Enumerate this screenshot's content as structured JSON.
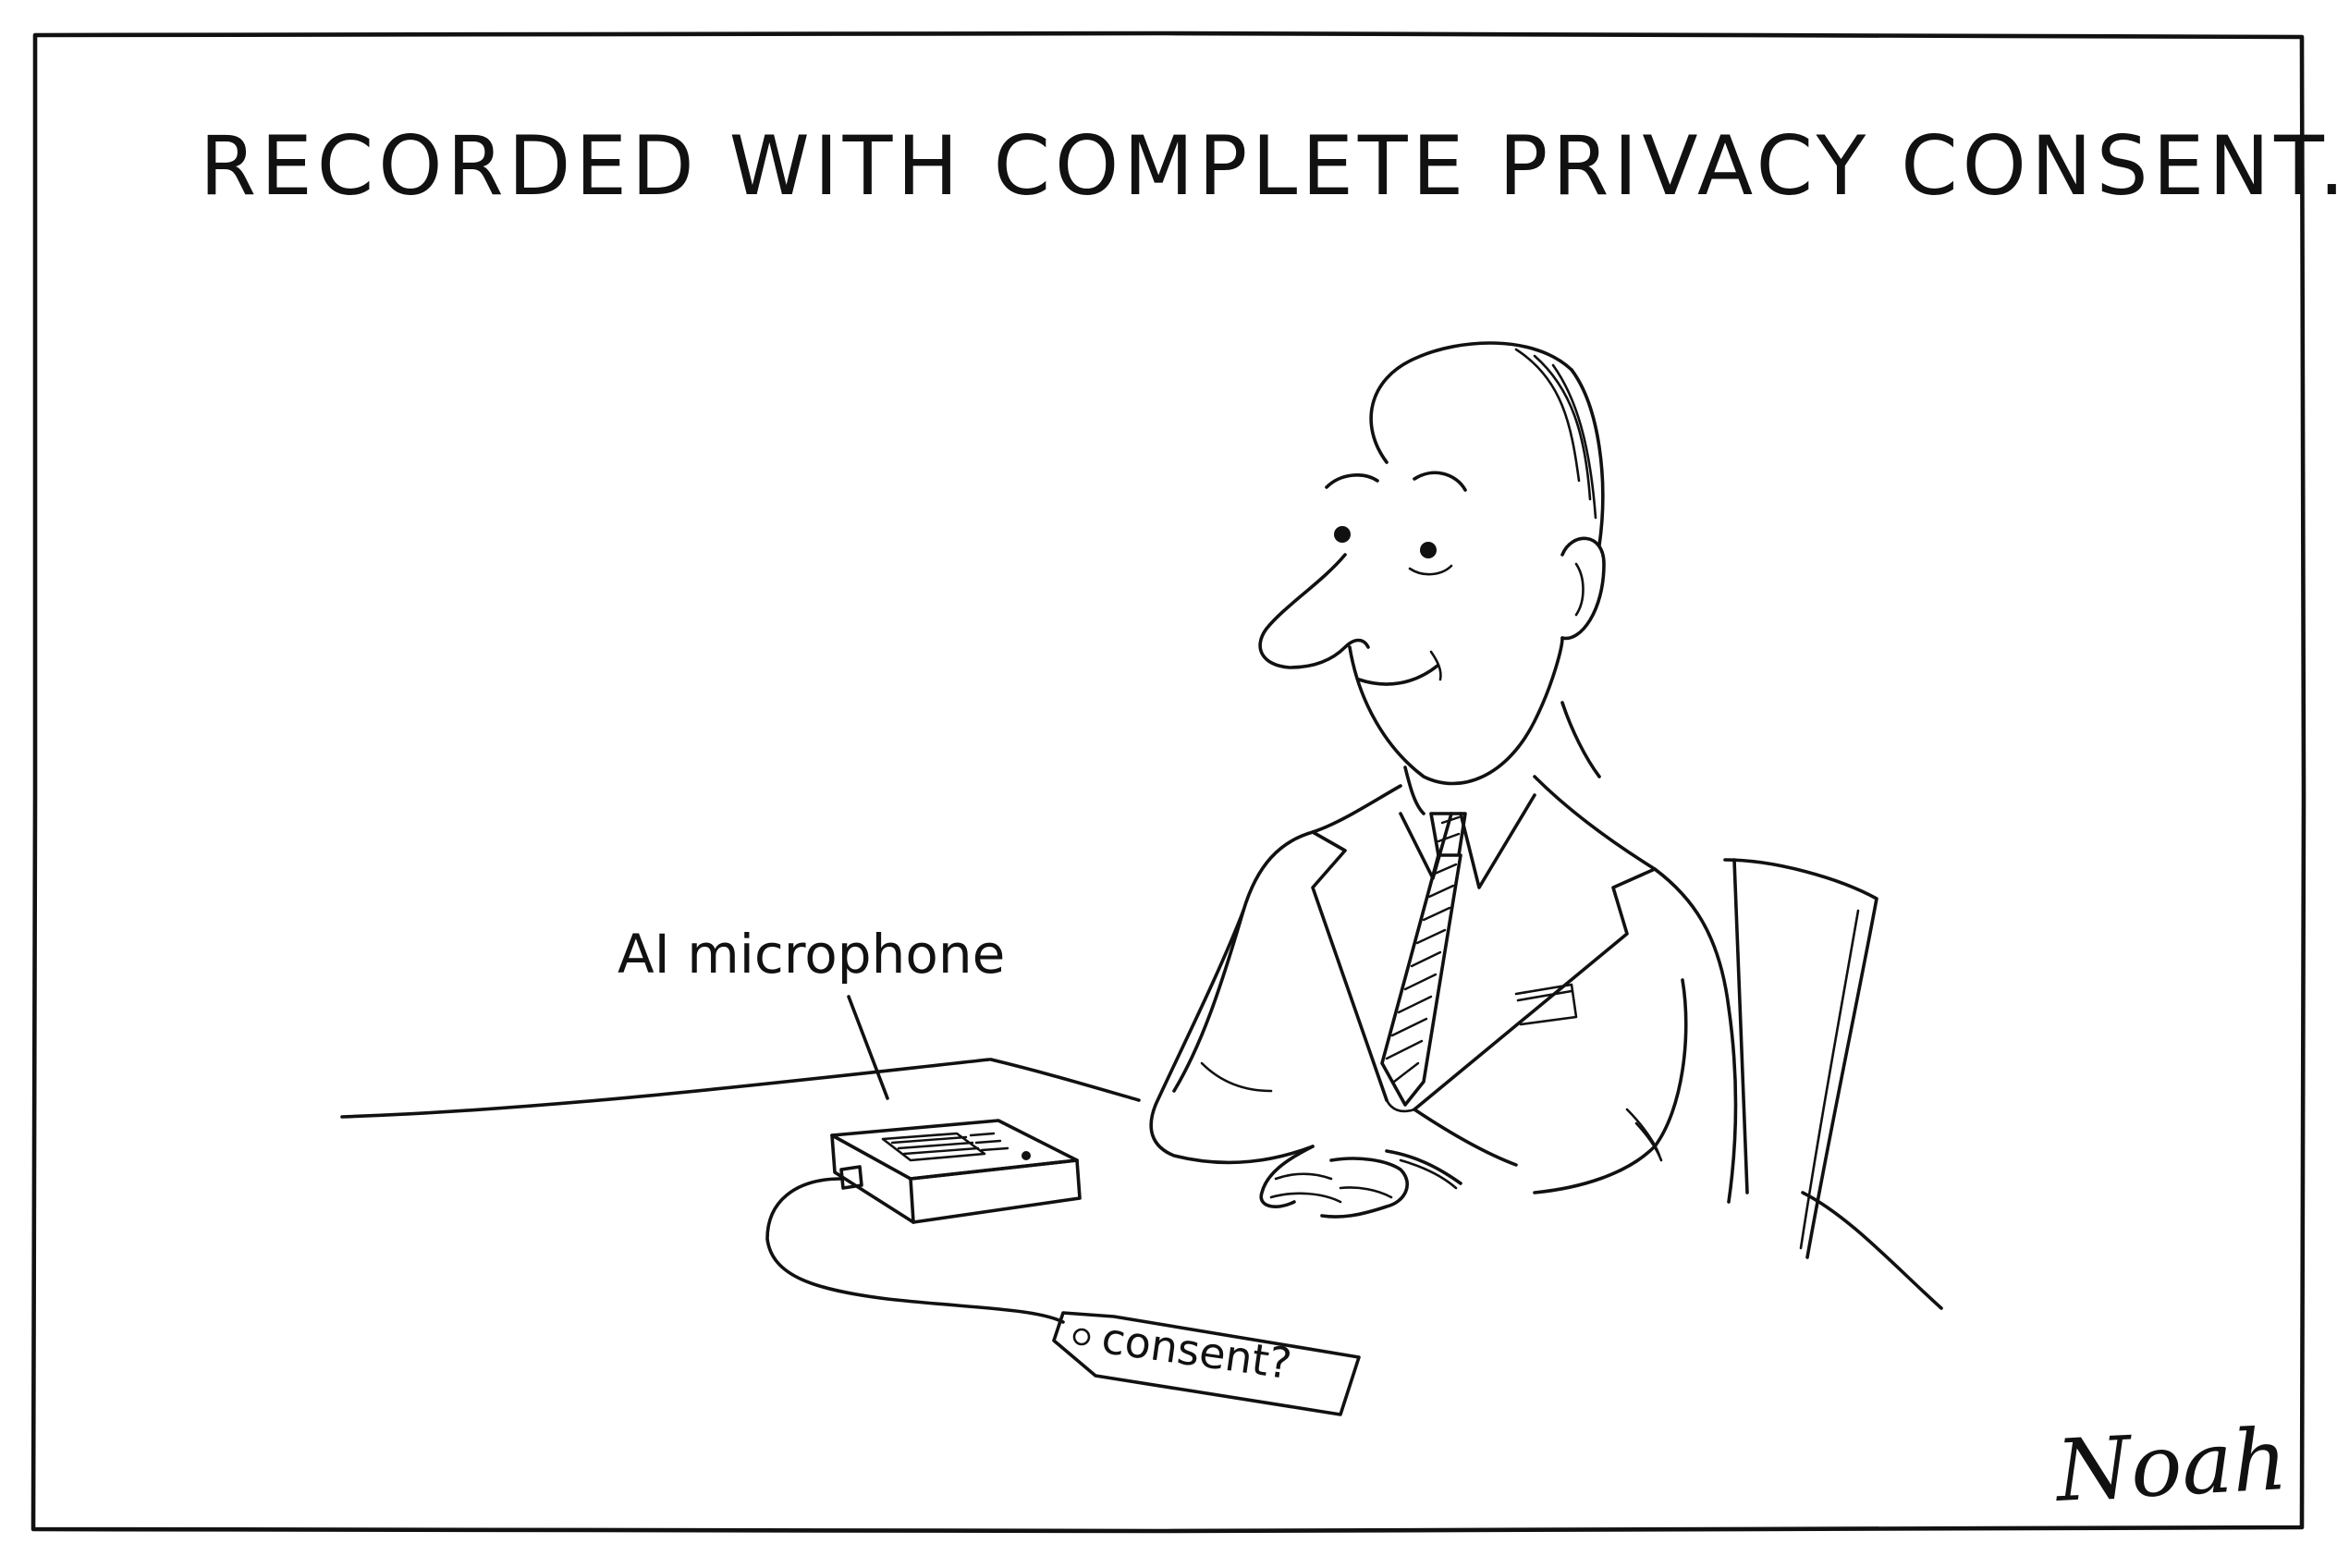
{
  "cartoon": {
    "caption": "RECORDED WITH COMPLETE PRIVACY CONSENT.",
    "device_label": "AI microphone",
    "tag_label": "consent?",
    "signature": "Noah"
  },
  "colors": {
    "ink": "#111111",
    "paper": "#ffffff"
  }
}
